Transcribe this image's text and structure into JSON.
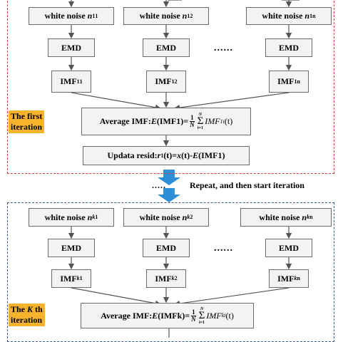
{
  "colors": {
    "box_fill": "#f3f3f3",
    "box_border": "#6b6b6b",
    "first_region": "#d24040",
    "kth_region": "#3a5a8c",
    "tag_fill": "#f7b32b",
    "big_arrow": "#2f8ed8"
  },
  "first": {
    "noise_label": "white noise",
    "noise_sym": "n",
    "noise_sub": "1",
    "sups": [
      "1",
      "2",
      "n"
    ],
    "emd_label": "EMD",
    "imf_label": "IMF",
    "imf_sub": "1",
    "dots": "......",
    "tag_line1": "The first",
    "tag_line2": "iteration",
    "avg_label": "Average IMF:",
    "avg_expr": "E",
    "avg_arg": "(IMF1)",
    "eq": "=",
    "frac_num": "1",
    "frac_den": "N",
    "sum_top": "N",
    "sum_bot": "i=1",
    "sigma": "Σ",
    "sum_term": "IMF",
    "sum_term_sub": "1",
    "sum_term_sup": "i",
    "sum_term_arg": "(t)",
    "update_prefix": "Updata resid:",
    "update_r": "r",
    "update_rsub": "1",
    "update_mid": "(t)=",
    "update_x": "x",
    "update_rest": "(t)-",
    "update_E": "E",
    "update_end": "(IMF1)"
  },
  "repeat_note": "Repeat, and then start iteration",
  "repeat_dots": ".....",
  "kth": {
    "noise_label": "white noise",
    "noise_sym": "n",
    "noise_sub": "k",
    "sups": [
      "1",
      "2",
      "n"
    ],
    "emd_label": "EMD",
    "imf_label": "IMF",
    "imf_sub": "k",
    "dots": "......",
    "tag_line1_a": "The ",
    "tag_line1_k": "K",
    "tag_line1_b": " th",
    "tag_line2": "iteration",
    "avg_label": "Average IMF:",
    "avg_expr": "E",
    "avg_arg": "(IMFk)",
    "eq": "=",
    "frac_num": "1",
    "frac_den": "N",
    "sum_top": "N",
    "sum_bot": "i=1",
    "sigma": "Σ",
    "sum_term": "IMF",
    "sum_term_sub": "k",
    "sum_term_sup": "i",
    "sum_term_arg": "(t)"
  }
}
